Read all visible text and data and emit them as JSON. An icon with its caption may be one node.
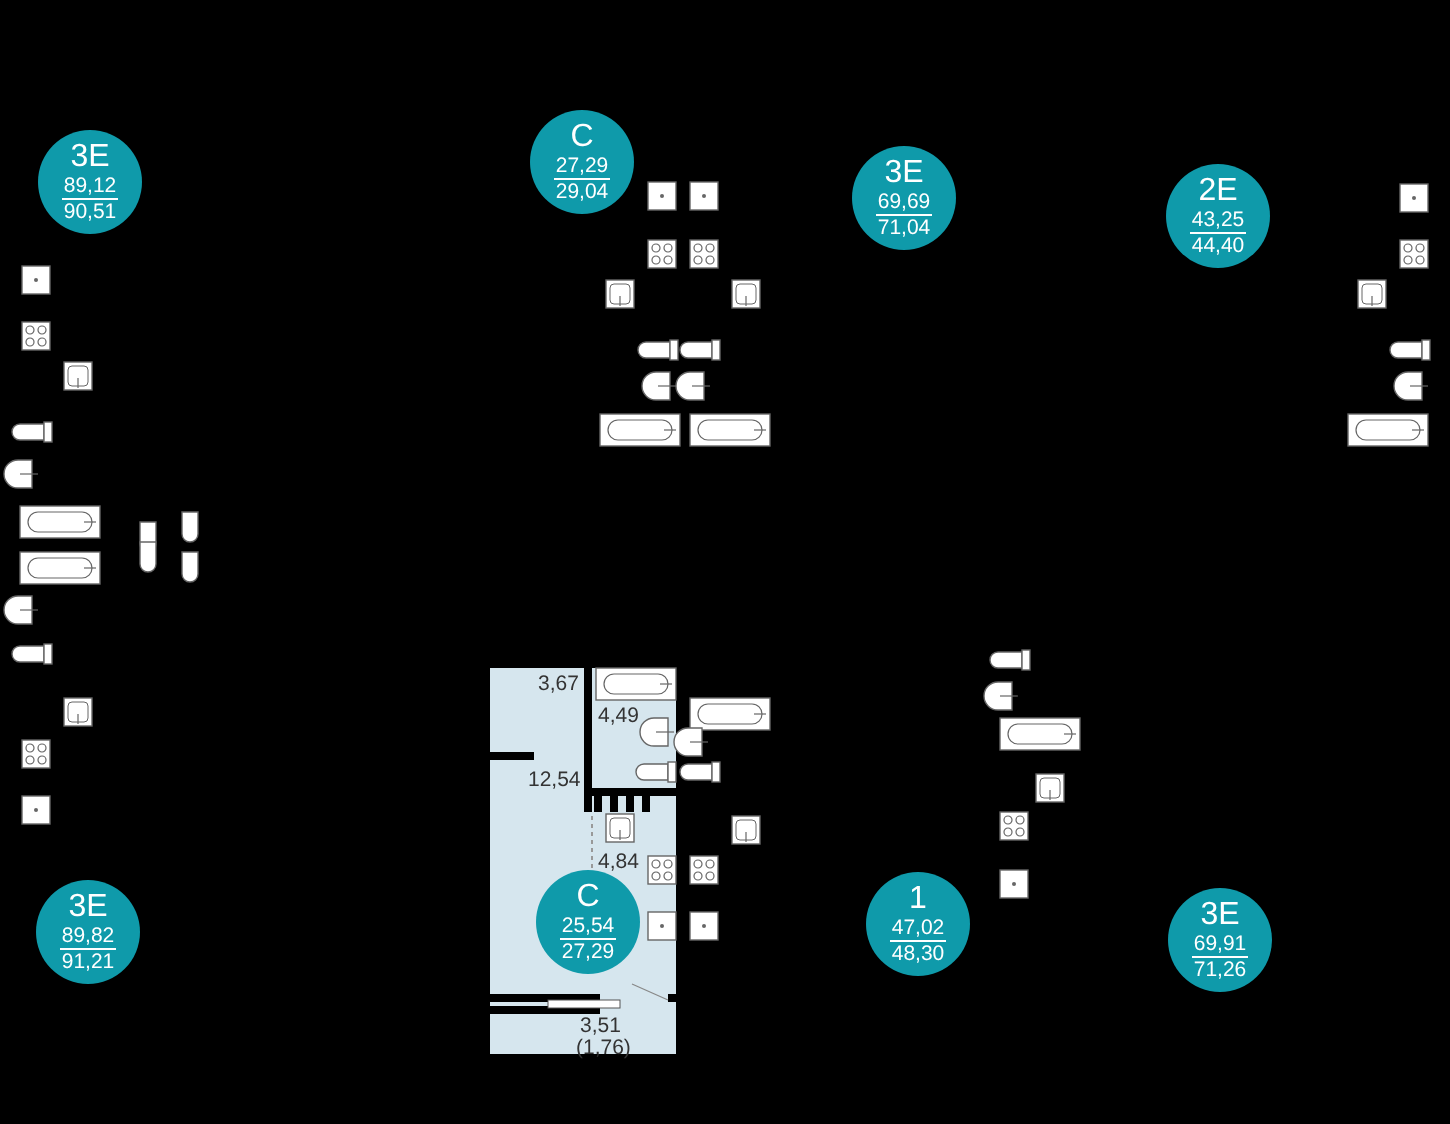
{
  "diagram": {
    "nodes": [
      {
        "text": [
          "3E",
          "89,12",
          "90,51"
        ]
      },
      {
        "text": [
          "C",
          "27,29",
          "29,04"
        ]
      },
      {
        "text": [
          "3E",
          "69,69",
          "71,04"
        ]
      },
      {
        "text": [
          "2E",
          "43,25",
          "44,40"
        ]
      },
      {
        "text": [
          "C",
          "25,54",
          "27,29"
        ]
      },
      {
        "text": [
          "3E",
          "89,82",
          "91,21"
        ]
      },
      {
        "text": [
          "1",
          "47,02",
          "48,30"
        ]
      },
      {
        "text": [
          "3E",
          "69,91",
          "71,26"
        ]
      }
    ],
    "labels": [
      "3,67",
      "4,49",
      "12,54",
      "4,84",
      "3,51",
      "(1,76)"
    ]
  }
}
